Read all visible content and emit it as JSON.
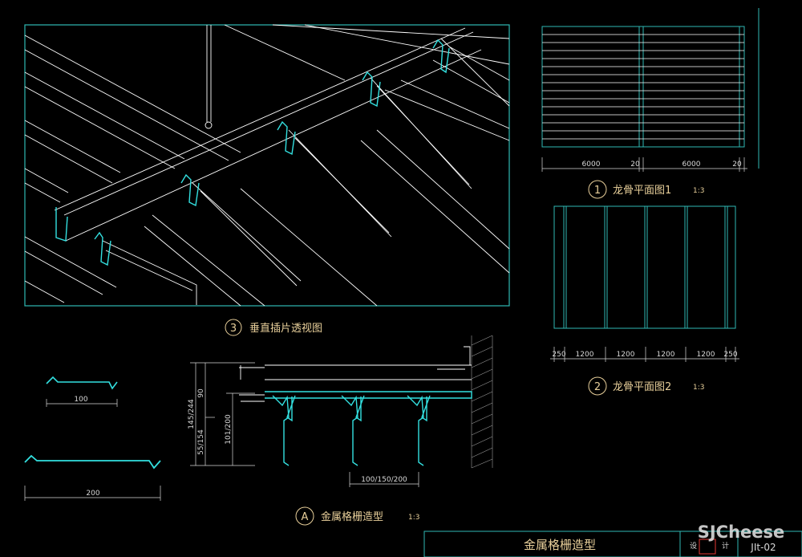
{
  "colors": {
    "background": "#000000",
    "frame": "#2fb9b4",
    "lines": "#ffffff",
    "profile": "#33e0e0",
    "labels": "#e8cf9a",
    "dims": "#d9d9d9"
  },
  "view1": {
    "num": "1",
    "title": "龙骨平面图1",
    "scale": "1:3",
    "dims": [
      "6000",
      "20",
      "6000",
      "20"
    ]
  },
  "view2": {
    "num": "2",
    "title": "龙骨平面图2",
    "scale": "1:3",
    "dims": [
      "250",
      "1200",
      "1200",
      "1200",
      "1200",
      "250"
    ]
  },
  "view3": {
    "num": "3",
    "title": "垂直插片透视图"
  },
  "viewA": {
    "num": "A",
    "title": "金属格栅造型",
    "scale": "1:3",
    "dims": {
      "left_outer": "145/244",
      "left_upper": "90",
      "left_lower": "55/154",
      "inner": "101/200",
      "spacing": "100/150/200"
    }
  },
  "profiles": {
    "small": "100",
    "large": "200"
  },
  "titleblock": {
    "title": "金属格栅造型",
    "code": "JIt-02",
    "design_label": "设",
    "calc_label": "计"
  },
  "watermark": "SJCheese"
}
